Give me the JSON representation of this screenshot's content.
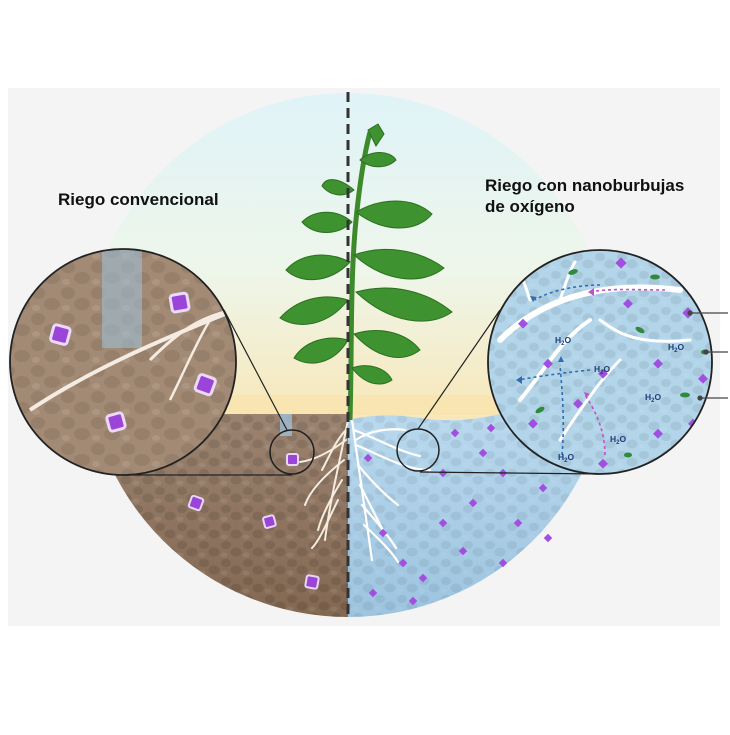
{
  "labels": {
    "conventional": "Riego convencional",
    "nanobubbles_line1": "Riego con nanoburbujas",
    "nanobubbles_line2": "de oxígeno"
  },
  "molecule": {
    "main": "H",
    "subscript": "2",
    "tail": "O"
  },
  "colors": {
    "sky": "#e3f6fa",
    "sand": "#f6e3b4",
    "soil_dry": "#8e7460",
    "soil_wet": "#a9cde6",
    "nutrient": "#9b44d8",
    "leaf": "#3d8f2e",
    "water_arrow": "#2e6cb5",
    "oxygen_arrow": "#c24fc9"
  },
  "icons": [
    "plant-icon",
    "root-icon",
    "nutrient-particle-icon",
    "water-droplet-icon",
    "magnifier-circle-icon"
  ]
}
